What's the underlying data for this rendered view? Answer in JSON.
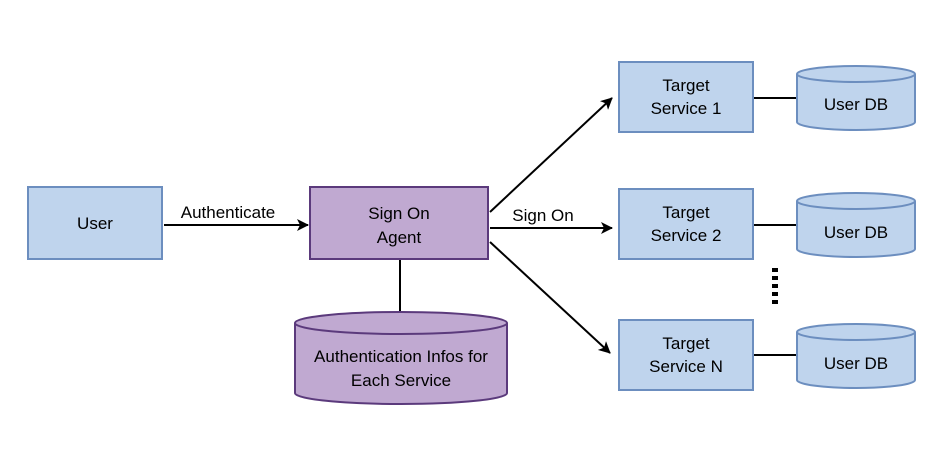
{
  "colors": {
    "box_fill": "#bfd4ed",
    "box_stroke": "#6c8ebf",
    "agent_fill": "#c0a9d1",
    "agent_stroke": "#5b3a7c",
    "line": "#000000"
  },
  "nodes": {
    "user": "User",
    "agent_line1": "Sign On",
    "agent_line2": "Agent",
    "auth_db_line1": "Authentication Infos for",
    "auth_db_line2": "Each Service",
    "target1_line1": "Target",
    "target1_line2": "Service 1",
    "target2_line1": "Target",
    "target2_line2": "Service 2",
    "targetN_line1": "Target",
    "targetN_line2": "Service N",
    "userdb1": "User DB",
    "userdb2": "User DB",
    "userdbN": "User DB"
  },
  "edges": {
    "authenticate": "Authenticate",
    "sign_on": "Sign On"
  }
}
